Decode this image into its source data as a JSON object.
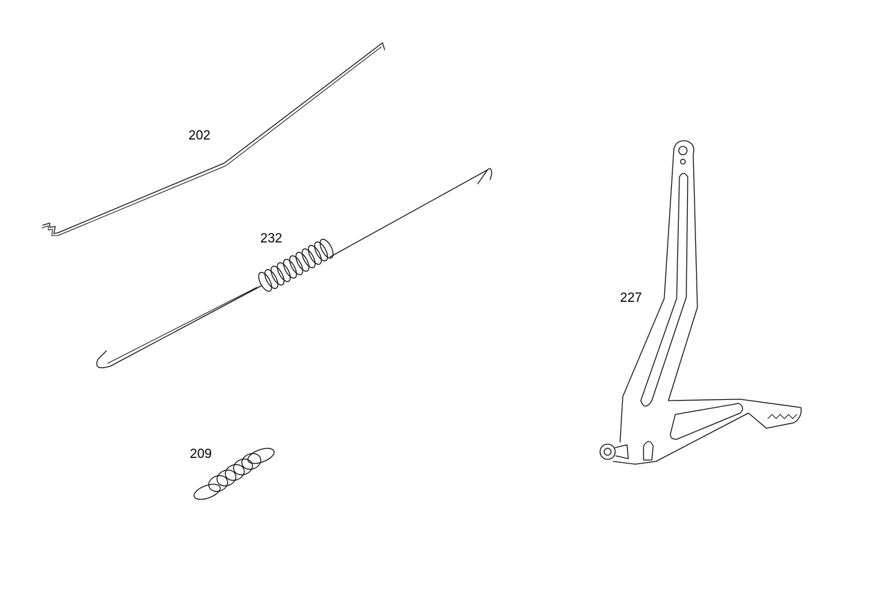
{
  "callouts": {
    "wire_rod": "202",
    "spring_rod": "232",
    "lever": "227",
    "spring": "209"
  },
  "colors": {
    "line": "#111111",
    "background": "#ffffff"
  }
}
